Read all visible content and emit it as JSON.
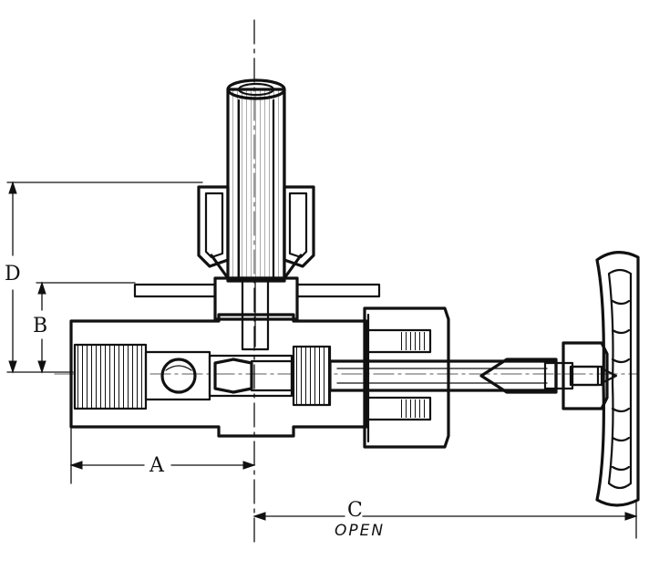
{
  "dimensions": {
    "a": "A",
    "b": "B",
    "c": "C",
    "d": "D",
    "c_note": "OPEN"
  },
  "colors": {
    "ink": "#111111",
    "paper": "#ffffff"
  }
}
